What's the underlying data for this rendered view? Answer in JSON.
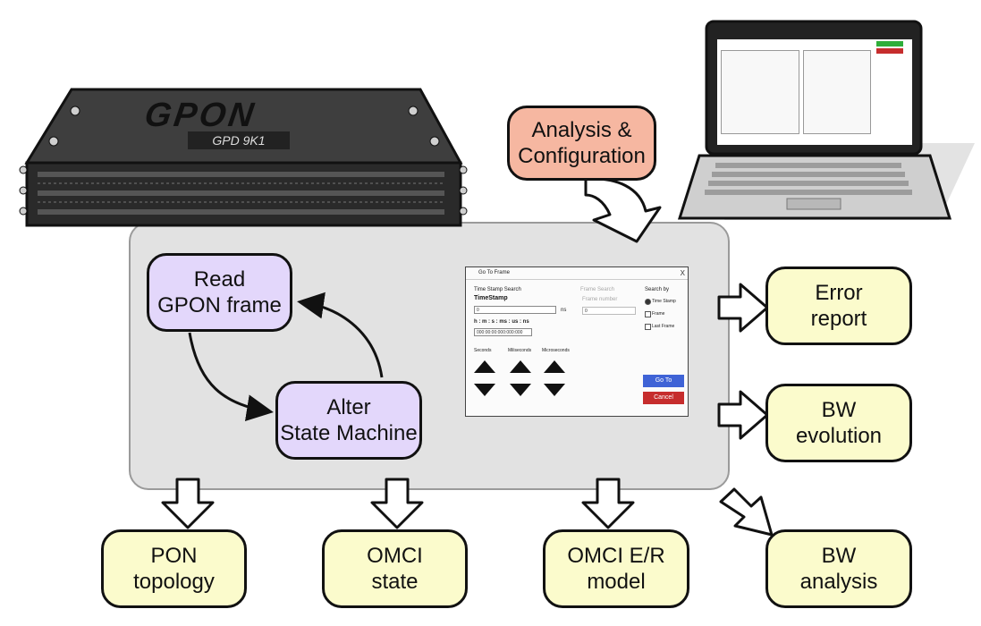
{
  "device": {
    "name": "GPON",
    "model": "GPD 9K1"
  },
  "nodes": {
    "analysis": "Analysis &\nConfiguration",
    "read": "Read\nGPON frame",
    "alter": "Alter\nState Machine",
    "error": "Error\nreport",
    "bw_evolution": "BW\nevolution",
    "bw_analysis": "BW\nanalysis",
    "pon_topology": "PON\ntopology",
    "omci_state": "OMCI\nstate",
    "omci_er": "OMCI E/R\nmodel"
  },
  "dialog": {
    "title": "Go To Frame",
    "close": "X",
    "timestamp_group": "Time Stamp Search",
    "timestamp_label": "TimeStamp",
    "timestamp_value": "0",
    "timestamp_unit": "ns",
    "hms_label": "h : m : s : ms : us : ns",
    "hms_value": "000:00:00:000:000:000",
    "seconds": "Seconds",
    "milliseconds": "Miliseconds",
    "microseconds": "Microseconds",
    "frame_group": "Frame Search",
    "frame_label": "Frame number",
    "frame_value": "0",
    "search_by": "Search by",
    "opt_timestamp": "Time Stamp",
    "opt_frame": "Frame",
    "opt_last": "Last Frame",
    "goto": "Go To",
    "cancel": "Cancel"
  },
  "colors": {
    "yellow_box": "#fbfbcc",
    "lilac_box": "#e3d7fb",
    "salmon_box": "#f6b7a1",
    "panel": "#e2e2e2",
    "goto_button": "#3f63d6",
    "cancel_button": "#c62d2d",
    "laptop_ok": "#2fae3a",
    "laptop_cancel": "#c62d2d"
  },
  "icons": [
    "gpon-device-icon",
    "laptop-icon",
    "block-arrow-icon",
    "up-arrow-icon",
    "down-arrow-icon"
  ]
}
